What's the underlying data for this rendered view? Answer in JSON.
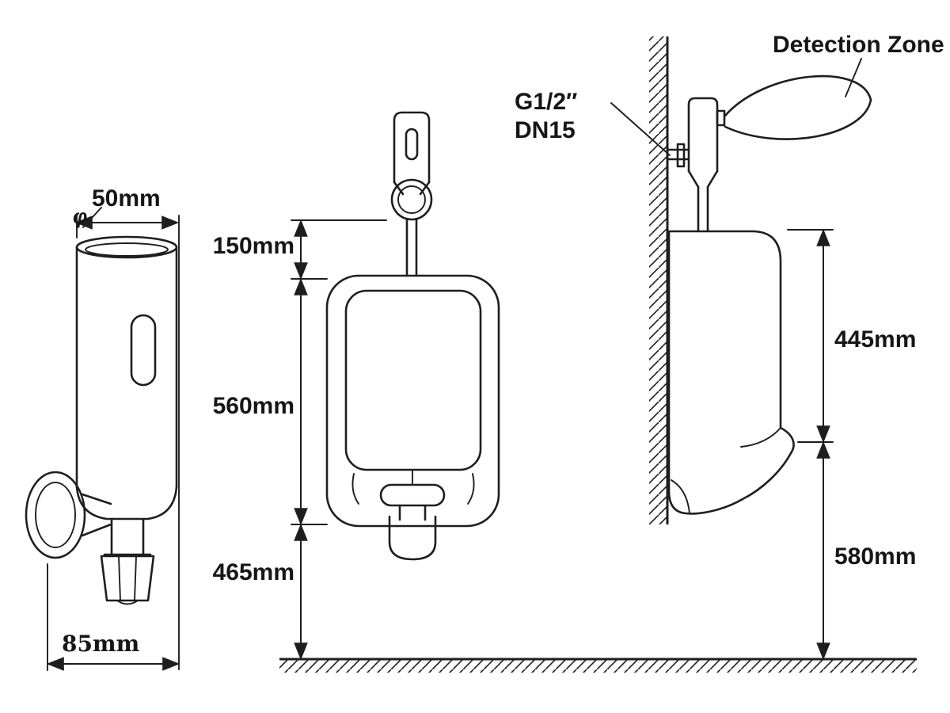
{
  "diagram": {
    "kind": "sensor-urinal-flusher-installation-drawing",
    "colors": {
      "line": "#1e1e1e",
      "background": "#ffffff"
    },
    "labels": {
      "diameter_symbol": "φ",
      "valve_diameter": "50mm",
      "valve_width": "85mm",
      "sensor_to_urinal": "150mm",
      "urinal_height": "560mm",
      "urinal_to_floor": "465mm",
      "side_upper": "445mm",
      "side_lower": "580mm",
      "pipe_spec_line1": "G1/2″",
      "pipe_spec_line2": "DN15",
      "detection_zone": "Detection Zone"
    }
  }
}
